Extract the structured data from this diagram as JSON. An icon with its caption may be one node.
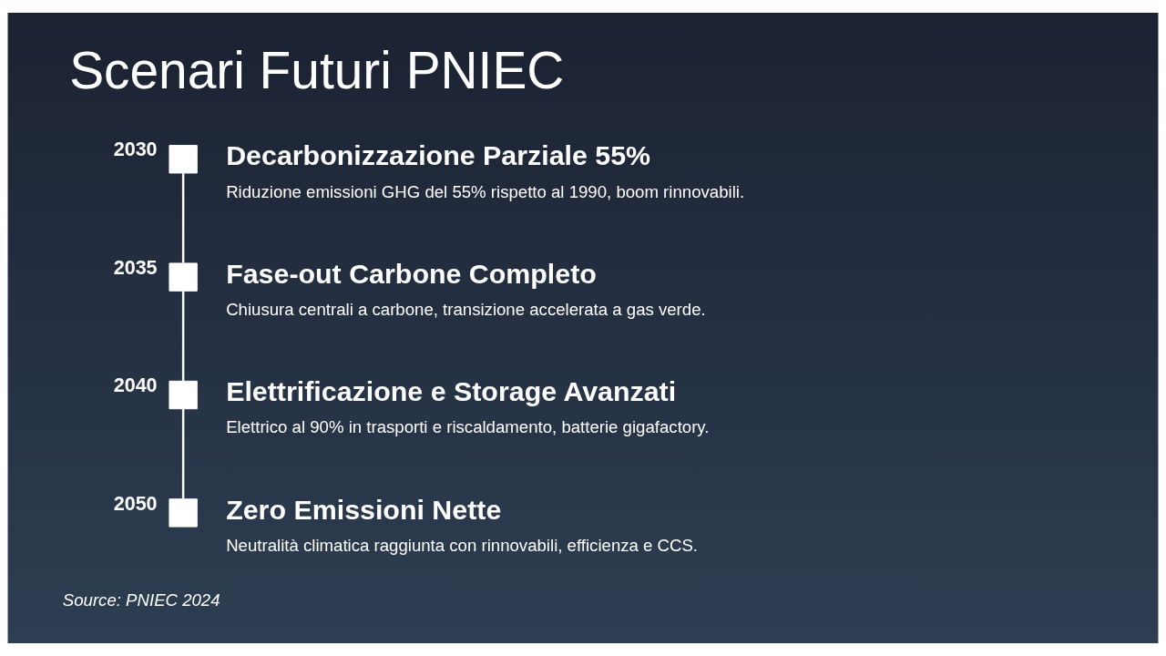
{
  "diagram": {
    "title": "Scenari Futuri PNIEC",
    "caption": "Source: PNIEC 2024",
    "nodes": [
      {
        "text": [],
        "shape": "box",
        "beside": [
          "2030",
          "Decarbonizzazione Parziale 55%",
          "Riduzione emissioni GHG del 55% rispetto al 1990, boom rinnovabili."
        ]
      },
      {
        "text": [],
        "shape": "box",
        "beside": [
          "2035",
          "Fase-out Carbone Completo",
          "Chiusura centrali a carbone, transizione accelerata a gas verde."
        ]
      },
      {
        "text": [],
        "shape": "box",
        "beside": [
          "2040",
          "Elettrificazione e Storage Avanzati",
          "Elettrico al 90% in trasporti e riscaldamento, batterie gigafactory."
        ]
      },
      {
        "text": [],
        "shape": "box",
        "beside": [
          "2050",
          "Zero Emissioni Nette",
          "Neutralità climatica raggiunta con rinnovabili, efficienza e CCS."
        ]
      }
    ],
    "edges": [
      {
        "from": 0,
        "to": 1,
        "arrow": "none"
      },
      {
        "from": 1,
        "to": 2,
        "arrow": "none"
      },
      {
        "from": 2,
        "to": 3,
        "arrow": "none"
      }
    ]
  }
}
